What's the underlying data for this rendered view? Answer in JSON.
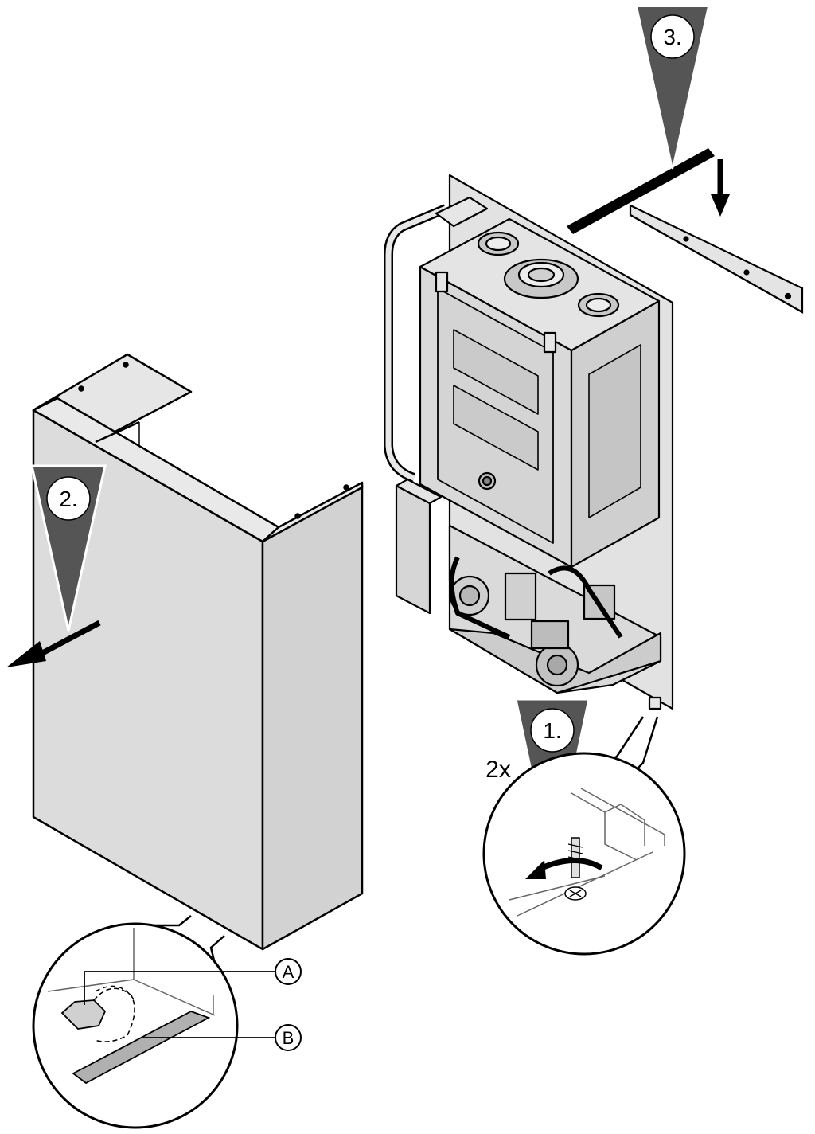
{
  "steps": {
    "step1": "1.",
    "step2": "2.",
    "step3": "3."
  },
  "quantity_label": "2x",
  "callouts": {
    "a": "A",
    "b": "B"
  },
  "colors": {
    "panel_fill": "#dcdcdc",
    "panel_dark": "#c8c8c8",
    "step_marker": "#555555",
    "line": "#000000",
    "detail_strip": "#b0b0b0"
  },
  "icons": {
    "step_marker": "inverted-triangle-with-number",
    "direction": "arrow",
    "rotation": "curved-arrow",
    "screw": "screw-head-icon"
  }
}
